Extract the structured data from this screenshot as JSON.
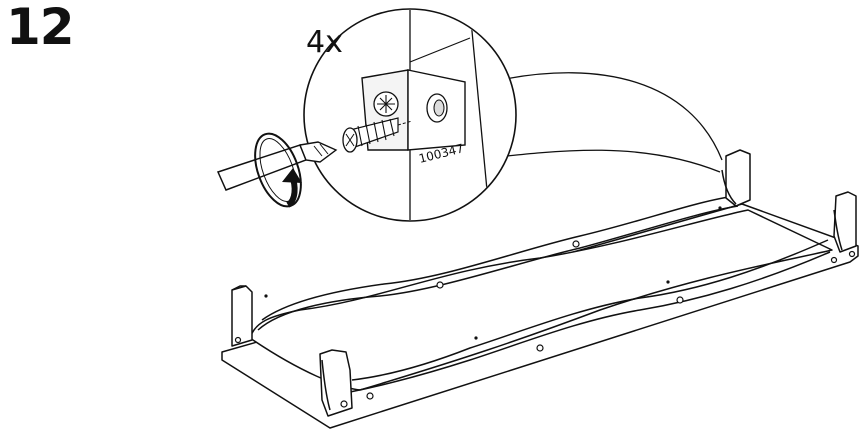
{
  "step": {
    "number": "12"
  },
  "detail": {
    "quantity": "4x",
    "part_number": "100347"
  },
  "colors": {
    "ink": "#111111",
    "paper": "#ffffff"
  },
  "icons": [
    "screwdriver-icon",
    "screw-icon",
    "rotation-arrow-icon",
    "bracket-icon"
  ]
}
